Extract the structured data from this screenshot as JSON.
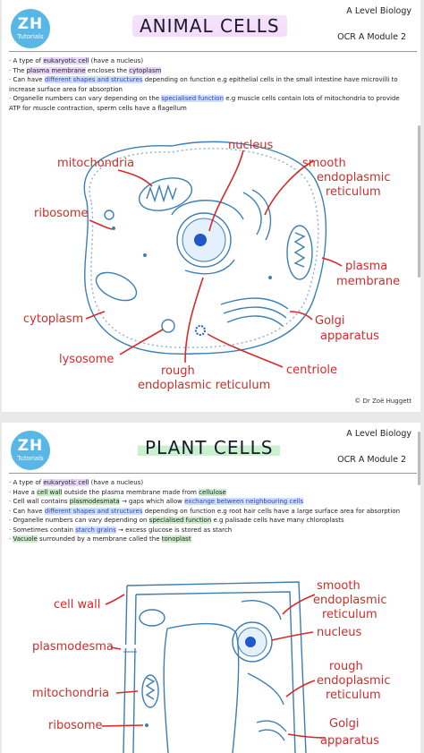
{
  "logo": {
    "mark": "ZH",
    "sub": "Tutorials"
  },
  "animal": {
    "title": "ANIMAL CELLS",
    "course": "A Level Biology",
    "module": "OCR A Module 2",
    "b1": {
      "p1": "A type of ",
      "h1": "eukaryotic cell",
      "p2": " (have a nucleus)"
    },
    "b2": {
      "p1": "The ",
      "h1": "plasma membrane",
      "p2": " encloses the ",
      "h2": "cytoplasm"
    },
    "b3": {
      "p1": "Can have ",
      "h1": "different shapes and structures",
      "p2": " depending on function e.g epithelial cells in the small intestine have microvilli to increase surface area for absorption"
    },
    "b4": {
      "p1": "Organelle numbers can vary depending on the ",
      "h1": "specialised function",
      "p2": " e.g muscle cells contain lots of mitochondria to provide ATP for muscle contraction, sperm cells have a flagellum"
    },
    "labels": {
      "nucleus": "nucleus",
      "mitochondria": "mitochondria",
      "smooth1": "smooth",
      "smooth2": "endoplasmic",
      "smooth3": "reticulum",
      "ribosome": "ribosome",
      "plasma1": "plasma",
      "plasma2": "membrane",
      "cytoplasm": "cytoplasm",
      "golgi1": "Golgi",
      "golgi2": "apparatus",
      "lysosome": "lysosome",
      "rough1": "rough",
      "rough2": "endoplasmic reticulum",
      "centriole": "centriole"
    },
    "credit": "© Dr Zoë Huggett"
  },
  "plant": {
    "title": "PLANT CELLS",
    "course": "A Level Biology",
    "module": "OCR A Module 2",
    "b1": {
      "p1": "A type of ",
      "h1": "eukaryotic cell",
      "p2": " (have a nucleus)"
    },
    "b2": {
      "p1": "Have a ",
      "h1": "cell wall",
      "p2": " outside the plasma membrane made from ",
      "h2": "cellulose"
    },
    "b3": {
      "p1": "Cell wall contains ",
      "h1": "plasmodesmata",
      "p2": " → gaps which allow ",
      "h2": "exchange between neighbouring cells"
    },
    "b4": {
      "p1": "Can have ",
      "h1": "different shapes and structures",
      "p2": " depending on function e.g root hair cells have a large surface area for absorption"
    },
    "b5": {
      "p1": "Organelle numbers can vary depending on ",
      "h1": "specialised function",
      "p2": " e.g palisade cells have many chloroplasts"
    },
    "b6": {
      "p1": "Sometimes contain ",
      "h1": "starch grains",
      "p2": " → excess glucose is stored as starch"
    },
    "b7": {
      "h1": "Vacuole",
      "p1": " surrounded by a membrane called the ",
      "h2": "tonoplast"
    },
    "labels": {
      "cellwall": "cell wall",
      "smooth1": "smooth",
      "smooth2": "endoplasmic",
      "smooth3": "reticulum",
      "plasmodesma": "plasmodesma",
      "nucleus": "nucleus",
      "rough1": "rough",
      "rough2": "endoplasmic",
      "rough3": "reticulum",
      "mitochondria": "mitochondria",
      "ribosome": "ribosome",
      "golgi1": "Golgi",
      "golgi2": "apparatus"
    }
  },
  "colors": {
    "accent_label": "#d42a2a",
    "cell_outline": "#3c7fb3",
    "logo": "#58b7e5"
  }
}
